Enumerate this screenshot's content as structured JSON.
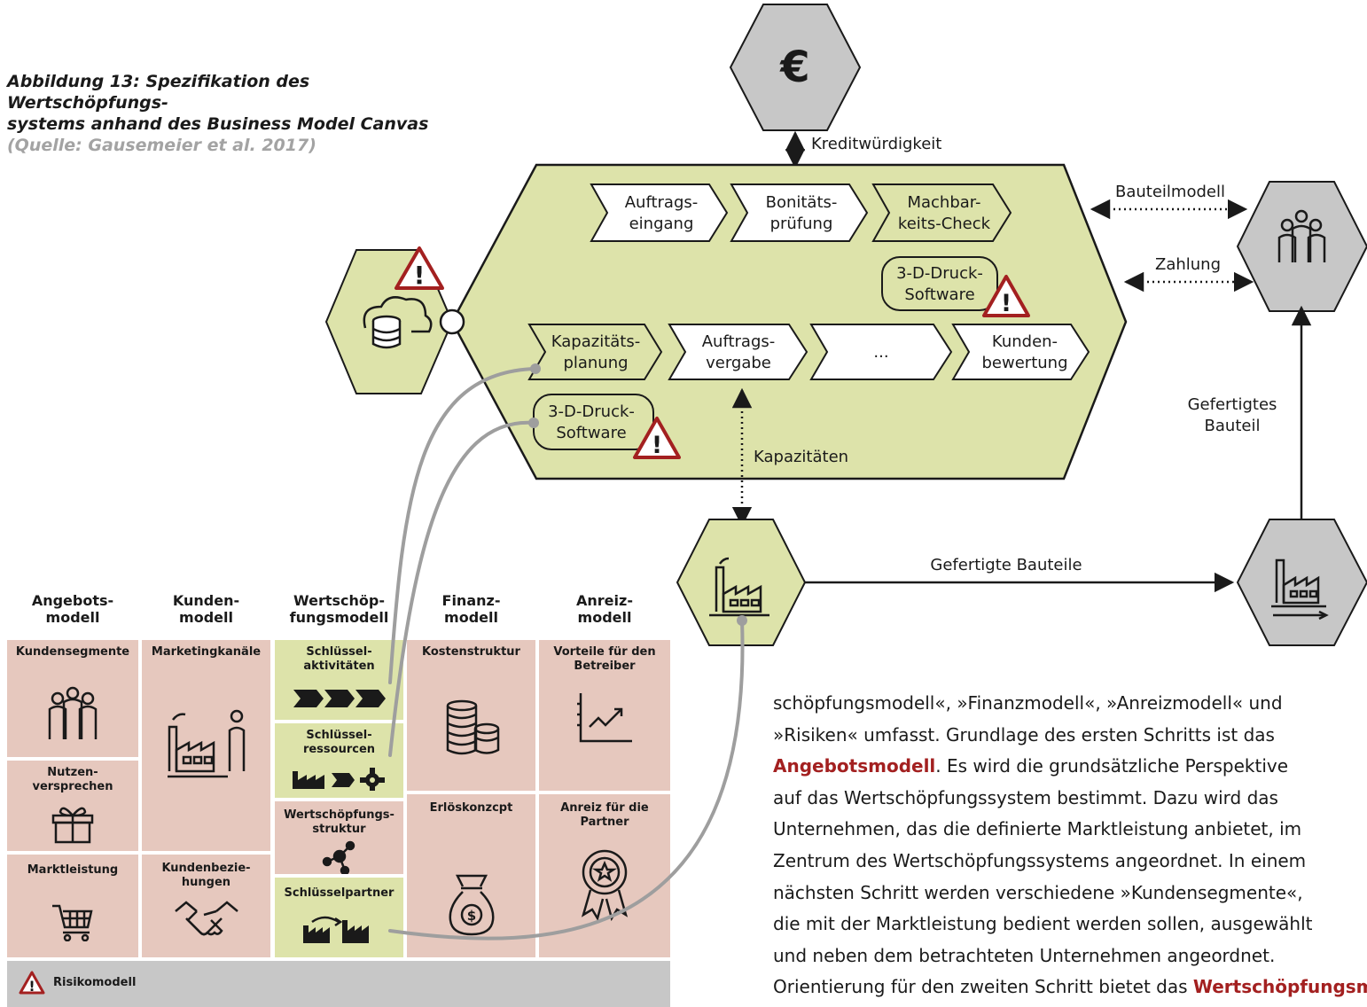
{
  "figure": {
    "caption_line1": "Abbildung 13: Spezifikation des Wertschöpfungs-",
    "caption_line2": "systems anhand des Business Model Canvas",
    "caption_source": "(Quelle: Gausemeier et al. 2017)"
  },
  "diagram": {
    "money_symbol": "€",
    "edges": {
      "credit": "Kreditwürdigkeit",
      "component_model": "Bauteilmodell",
      "payment": "Zahlung",
      "capacities": "Kapazitäten",
      "manufactured_parts": "Gefertigte Bauteile",
      "manufactured_part_l1": "Gefertigtes",
      "manufactured_part_l2": "Bauteil"
    },
    "process_row1": [
      {
        "l1": "Auftrags-",
        "l2": "eingang"
      },
      {
        "l1": "Bonitäts-",
        "l2": "prüfung"
      },
      {
        "l1": "Machbar-",
        "l2": "keits-Check"
      }
    ],
    "process_row2": [
      {
        "l1": "Kapazitäts-",
        "l2": "planung"
      },
      {
        "l1": "Auftrags-",
        "l2": "vergabe"
      },
      {
        "l1": "...",
        "l2": ""
      },
      {
        "l1": "Kunden-",
        "l2": "bewertung"
      }
    ],
    "software_label": {
      "l1": "3-D-Druck-",
      "l2": "Software"
    },
    "warning_symbol": "!"
  },
  "canvas": {
    "headers": [
      {
        "l1": "Angebots-",
        "l2": "modell"
      },
      {
        "l1": "Kunden-",
        "l2": "modell"
      },
      {
        "l1": "Wertschöp-",
        "l2": "fungsmodell"
      },
      {
        "l1": "Finanz-",
        "l2": "modell"
      },
      {
        "l1": "Anreiz-",
        "l2": "modell"
      }
    ],
    "cells": {
      "kundensegmente": "Kundensegmente",
      "nutzen_l1": "Nutzen-",
      "nutzen_l2": "versprechen",
      "marktleistung": "Marktleistung",
      "marketingkanaele": "Marketingkanäle",
      "kundenbez_l1": "Kundenbezie-",
      "kundenbez_l2": "hungen",
      "akt_l1": "Schlüssel-",
      "akt_l2": "aktivitäten",
      "res_l1": "Schlüssel-",
      "res_l2": "ressourcen",
      "struktur_l1": "Wertschöpfungs-",
      "struktur_l2": "struktur",
      "partner": "Schlüsselpartner",
      "kosten": "Kostenstruktur",
      "erloes": "Erlöskonzcpt",
      "vorteile_l1": "Vorteile für den",
      "vorteile_l2": "Betreiber",
      "anreiz_l1": "Anreiz für die",
      "anreiz_l2": "Partner"
    },
    "risk": "Risikomodell"
  },
  "body": {
    "line1": "schöpfungsmodell«, »Finanzmodell«, »Anreizmodell« und",
    "line2": "»Risiken« umfasst. Grundlage des ersten Schritts ist das",
    "line3_bold": "Angebotsmodell",
    "line3_rest": ". Es wird die grundsätzliche Perspektive",
    "line4": "auf das Wertschöpfungssystem bestimmt. Dazu wird das",
    "line5": "Unternehmen, das die definierte Marktleistung anbietet, im",
    "line6": "Zentrum des Wertschöpfungssystems angeordnet. In einem",
    "line7": "nächsten Schritt werden verschiedene »Kundensegmente«,",
    "line8": "die mit der Marktleistung bedient werden sollen, ausgewählt",
    "line9": "und neben dem betrachteten Unternehmen angeordnet.",
    "line10": "Orientierung für den zweiten Schritt bietet das ",
    "line10_bold": "Wertschöpfungsmodell"
  }
}
